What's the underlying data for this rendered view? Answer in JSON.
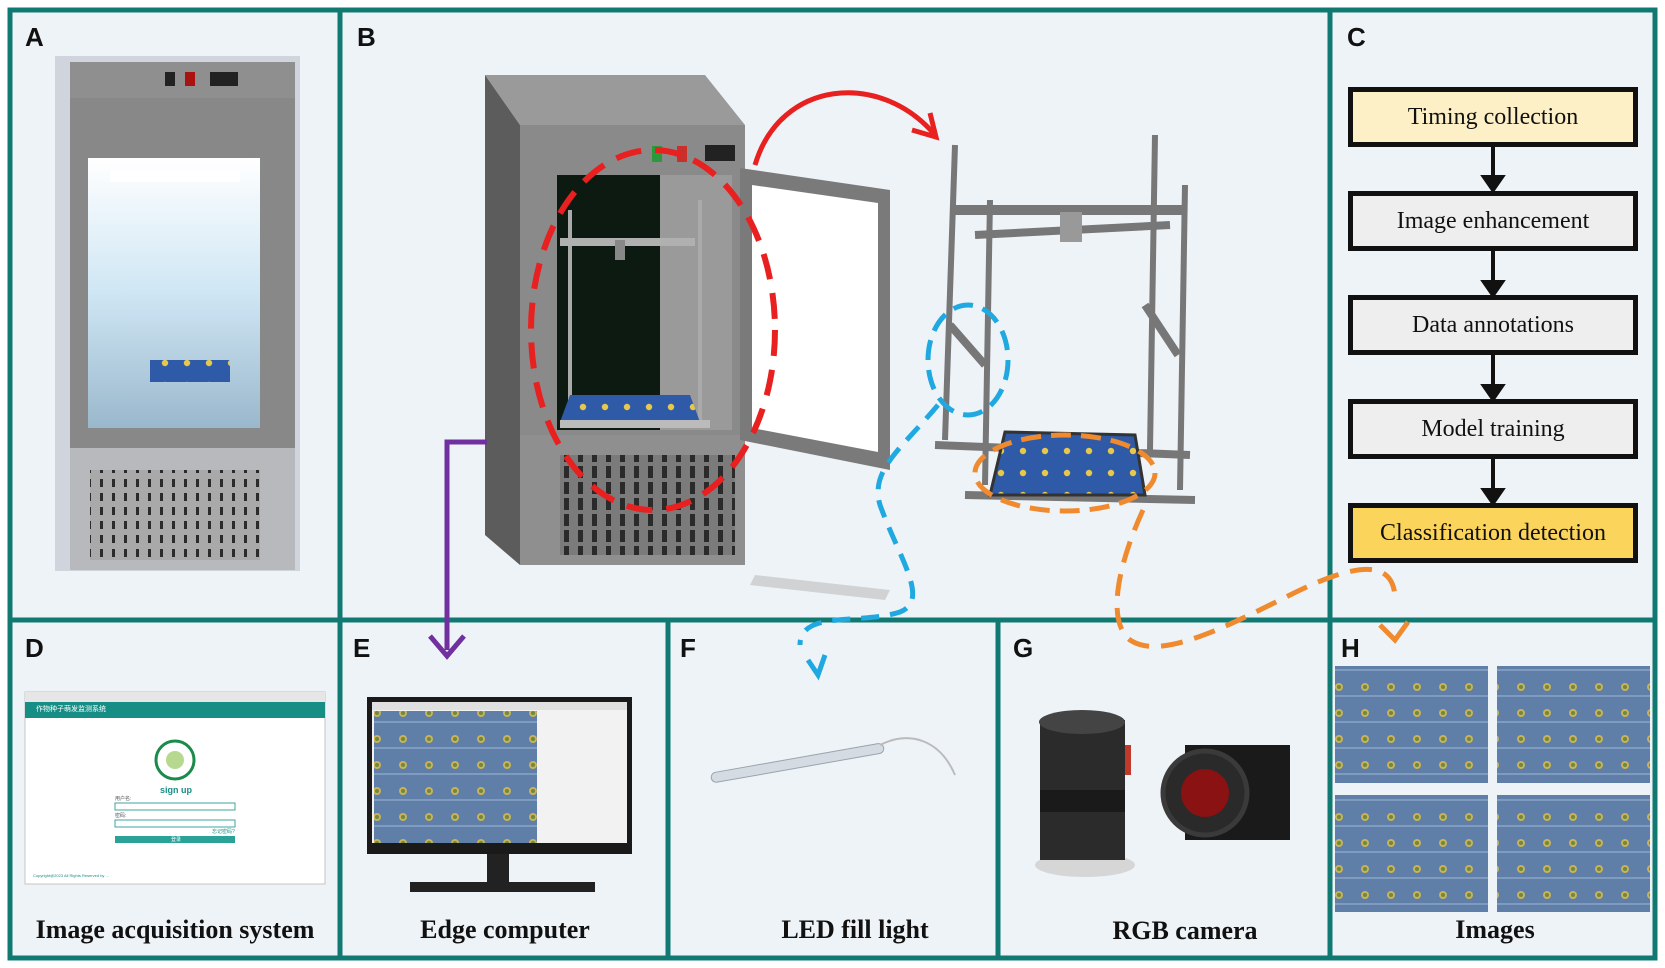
{
  "panels": {
    "A": {
      "label": "A"
    },
    "B": {
      "label": "B"
    },
    "C": {
      "label": "C"
    },
    "D": {
      "label": "D",
      "caption": "Image acquisition system"
    },
    "E": {
      "label": "E",
      "caption": "Edge computer"
    },
    "F": {
      "label": "F",
      "caption": "LED fill light"
    },
    "G": {
      "label": "G",
      "caption": "RGB camera"
    },
    "H": {
      "label": "H",
      "caption": "Images"
    }
  },
  "flowchart": {
    "steps": [
      "Timing collection",
      "Image enhancement",
      "Data annotations",
      "Model training",
      "Classification detection"
    ],
    "colors": {
      "highlight_top": "#fdefc6",
      "highlight_bottom": "#fbd45c",
      "neutral": "#eeeeee"
    }
  },
  "login_screen": {
    "title": "作物种子萌发监测系统",
    "sign_up": "sign up",
    "field1": "用户名:",
    "field2": "密码:",
    "link": "忘记密码?",
    "button": "登录",
    "footer": "Copyright@2023 All Rights Reserved by ..."
  },
  "colors": {
    "frame": "#107a72",
    "panel_bg": "#eef3f8",
    "red_arrow": "#e8201f",
    "blue_arrow": "#1fa9e0",
    "orange_arrow": "#f08a2e",
    "purple_arrow": "#7030a0"
  }
}
